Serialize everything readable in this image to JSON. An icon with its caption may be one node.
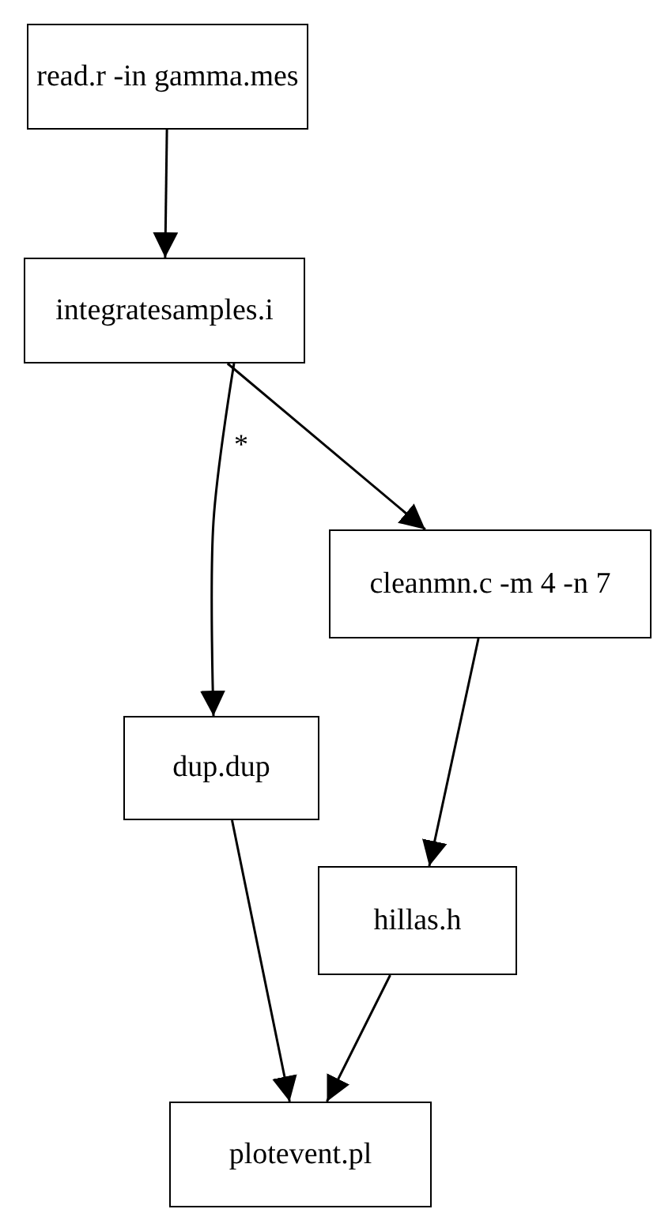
{
  "diagram": {
    "nodes": [
      {
        "text": [
          "read.r -in gamma.mes"
        ]
      },
      {
        "text": [
          "integratesamples.i"
        ]
      },
      {
        "text": [
          "cleanmn.c -m 4 -n 7"
        ]
      },
      {
        "text": [
          "dup.dup"
        ]
      },
      {
        "text": [
          "hillas.h"
        ]
      },
      {
        "text": [
          "plotevent.pl"
        ]
      }
    ],
    "edges": [
      {
        "from": 0,
        "to": 1,
        "arrow": "to"
      },
      {
        "from": 1,
        "to": 3,
        "arrow": "to",
        "label": "*"
      },
      {
        "from": 1,
        "to": 2,
        "arrow": "to"
      },
      {
        "from": 2,
        "to": 4,
        "arrow": "to"
      },
      {
        "from": 3,
        "to": 5,
        "arrow": "to"
      },
      {
        "from": 4,
        "to": 5,
        "arrow": "to"
      }
    ]
  }
}
